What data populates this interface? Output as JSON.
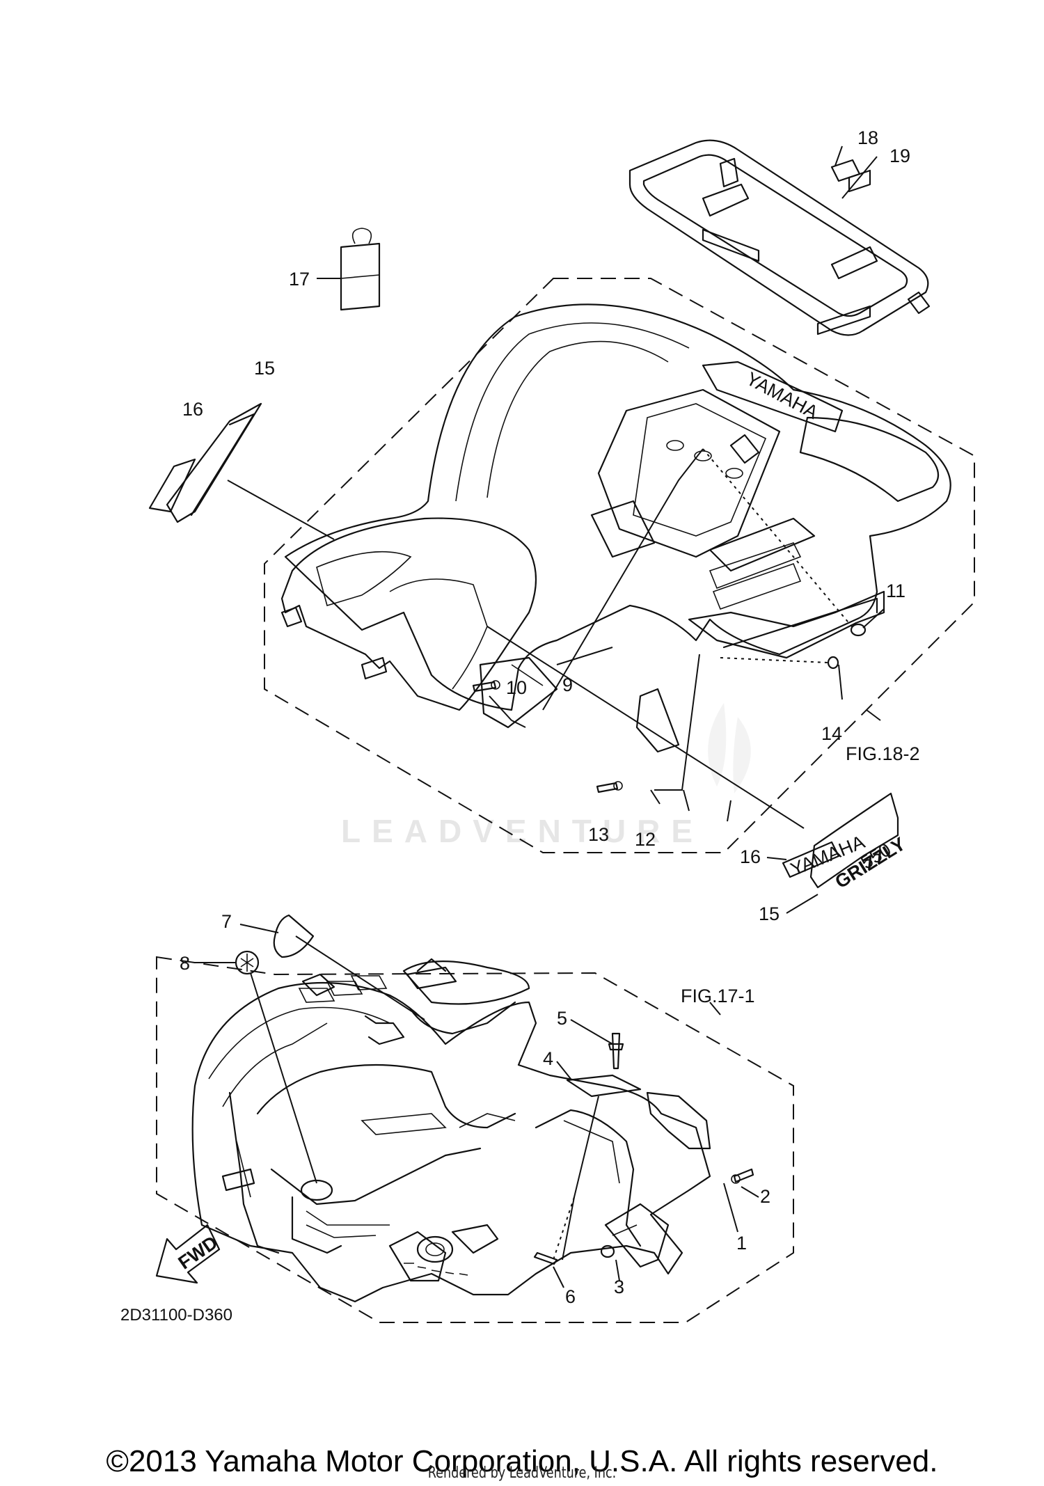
{
  "diagram": {
    "callouts": {
      "c1": "1",
      "c2": "2",
      "c3": "3",
      "c4": "4",
      "c5": "5",
      "c6": "6",
      "c7": "7",
      "c8": "8",
      "c9": "9",
      "c10": "10",
      "c11": "11",
      "c12": "12",
      "c13": "13",
      "c14": "14",
      "c15a": "15",
      "c15b": "15",
      "c16a": "16",
      "c16b": "16",
      "c17": "17",
      "c18": "18",
      "c19": "19"
    },
    "references": {
      "rear": "FIG.18-2",
      "front": "FIG.17-1"
    },
    "drawing_code": "2D31100-D360",
    "fwd_arrow": "FWD",
    "decals": {
      "yamaha": "YAMAHA",
      "grizzly": "GRIZZLY",
      "model": "550"
    },
    "watermark": "LEADVENTURE"
  },
  "footer": {
    "copyright": "©2013 Yamaha Motor Corporation, U.S.A. All rights reserved.",
    "rendered_by": "Rendered by LeadVenture, Inc."
  }
}
